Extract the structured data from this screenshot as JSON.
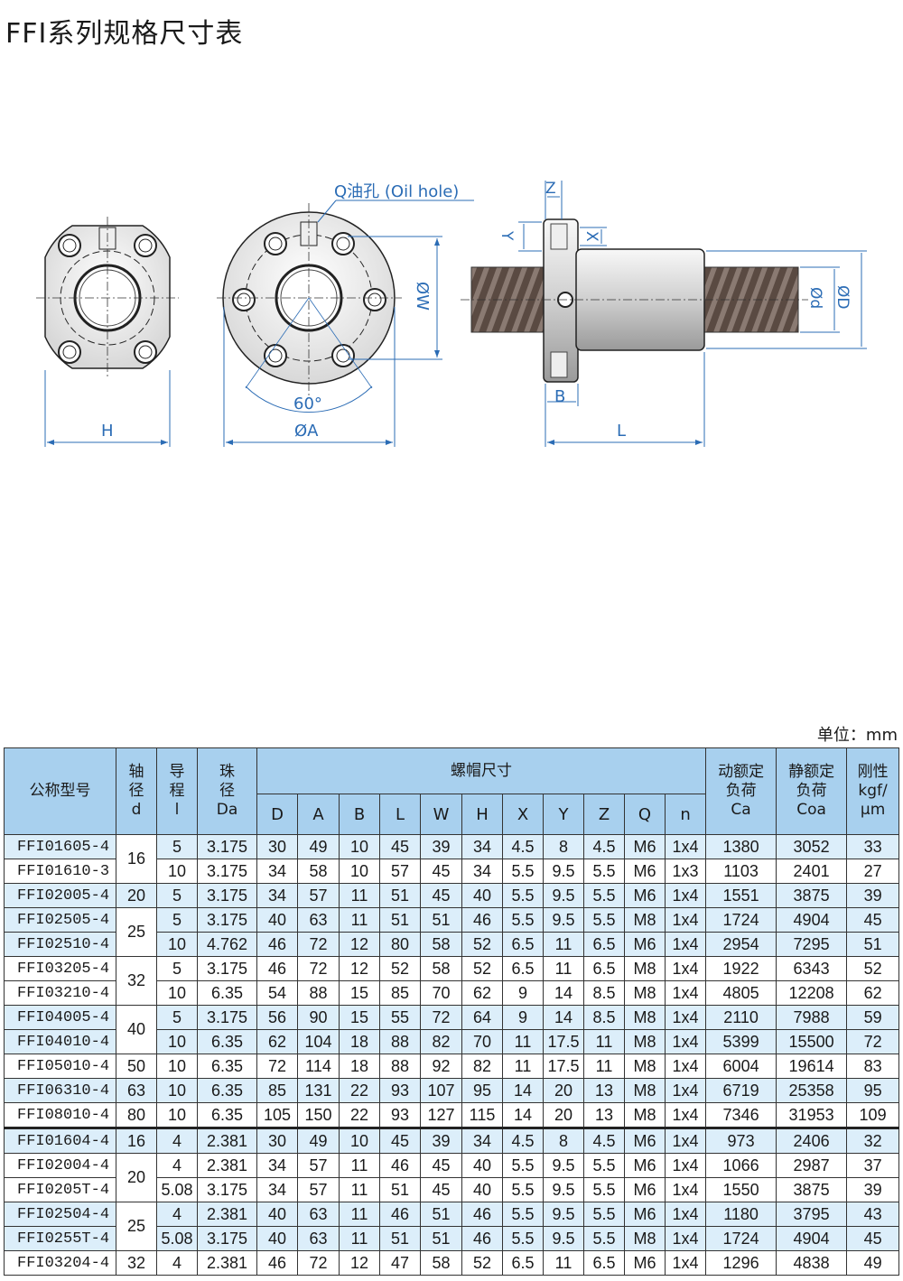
{
  "title": "FFI系列规格尺寸表",
  "drawing": {
    "oil_hole_label": "Q油孔 (Oil hole)",
    "angle_label": "60°",
    "dim_H": "H",
    "dim_A": "ØA",
    "dim_W": "ØW",
    "dim_Z": "Z",
    "dim_Y": "Y",
    "dim_X": "X",
    "dim_B": "B",
    "dim_L": "L",
    "dim_d": "Ød",
    "dim_D": "ØD",
    "line_color": "#2b6cb5"
  },
  "unit": "单位：mm",
  "header": {
    "model": "公称型号",
    "shaft": [
      "轴",
      "径",
      "d"
    ],
    "lead": [
      "导",
      "程",
      "l"
    ],
    "ball": [
      "珠",
      "径",
      "Da"
    ],
    "nut": "螺帽尺寸",
    "nut_cols": [
      "D",
      "A",
      "B",
      "L",
      "W",
      "H",
      "X",
      "Y",
      "Z",
      "Q",
      "n"
    ],
    "dyn": [
      "动额定",
      "负荷",
      "Ca"
    ],
    "stat": [
      "静额定",
      "负荷",
      "Coa"
    ],
    "rig": [
      "刚性",
      "kgf/",
      "μm"
    ]
  },
  "rows": [
    {
      "m": "FFI01605-4",
      "d": "16",
      "l": "5",
      "da": "3.175",
      "v": [
        "30",
        "49",
        "10",
        "45",
        "39",
        "34",
        "4.5",
        "8",
        "4.5",
        "M6",
        "1x4"
      ],
      "ca": "1380",
      "coa": "3052",
      "k": "33"
    },
    {
      "m": "FFI01610-3",
      "d": "",
      "l": "10",
      "da": "3.175",
      "v": [
        "34",
        "58",
        "10",
        "57",
        "45",
        "34",
        "5.5",
        "9.5",
        "5.5",
        "M6",
        "1x3"
      ],
      "ca": "1103",
      "coa": "2401",
      "k": "27"
    },
    {
      "m": "FFI02005-4",
      "d": "20",
      "l": "5",
      "da": "3.175",
      "v": [
        "34",
        "57",
        "11",
        "51",
        "45",
        "40",
        "5.5",
        "9.5",
        "5.5",
        "M6",
        "1x4"
      ],
      "ca": "1551",
      "coa": "3875",
      "k": "39"
    },
    {
      "m": "FFI02505-4",
      "d": "25",
      "l": "5",
      "da": "3.175",
      "v": [
        "40",
        "63",
        "11",
        "51",
        "51",
        "46",
        "5.5",
        "9.5",
        "5.5",
        "M8",
        "1x4"
      ],
      "ca": "1724",
      "coa": "4904",
      "k": "45"
    },
    {
      "m": "FFI02510-4",
      "d": "",
      "l": "10",
      "da": "4.762",
      "v": [
        "46",
        "72",
        "12",
        "80",
        "58",
        "52",
        "6.5",
        "11",
        "6.5",
        "M6",
        "1x4"
      ],
      "ca": "2954",
      "coa": "7295",
      "k": "51"
    },
    {
      "m": "FFI03205-4",
      "d": "32",
      "l": "5",
      "da": "3.175",
      "v": [
        "46",
        "72",
        "12",
        "52",
        "58",
        "52",
        "6.5",
        "11",
        "6.5",
        "M8",
        "1x4"
      ],
      "ca": "1922",
      "coa": "6343",
      "k": "52"
    },
    {
      "m": "FFI03210-4",
      "d": "",
      "l": "10",
      "da": "6.35",
      "v": [
        "54",
        "88",
        "15",
        "85",
        "70",
        "62",
        "9",
        "14",
        "8.5",
        "M8",
        "1x4"
      ],
      "ca": "4805",
      "coa": "12208",
      "k": "62"
    },
    {
      "m": "FFI04005-4",
      "d": "40",
      "l": "5",
      "da": "3.175",
      "v": [
        "56",
        "90",
        "15",
        "55",
        "72",
        "64",
        "9",
        "14",
        "8.5",
        "M8",
        "1x4"
      ],
      "ca": "2110",
      "coa": "7988",
      "k": "59"
    },
    {
      "m": "FFI04010-4",
      "d": "",
      "l": "10",
      "da": "6.35",
      "v": [
        "62",
        "104",
        "18",
        "88",
        "82",
        "70",
        "11",
        "17.5",
        "11",
        "M8",
        "1x4"
      ],
      "ca": "5399",
      "coa": "15500",
      "k": "72"
    },
    {
      "m": "FFI05010-4",
      "d": "50",
      "l": "10",
      "da": "6.35",
      "v": [
        "72",
        "114",
        "18",
        "88",
        "92",
        "82",
        "11",
        "17.5",
        "11",
        "M8",
        "1x4"
      ],
      "ca": "6004",
      "coa": "19614",
      "k": "83"
    },
    {
      "m": "FFI06310-4",
      "d": "63",
      "l": "10",
      "da": "6.35",
      "v": [
        "85",
        "131",
        "22",
        "93",
        "107",
        "95",
        "14",
        "20",
        "13",
        "M8",
        "1x4"
      ],
      "ca": "6719",
      "coa": "25358",
      "k": "95"
    },
    {
      "m": "FFI08010-4",
      "d": "80",
      "l": "10",
      "da": "6.35",
      "v": [
        "105",
        "150",
        "22",
        "93",
        "127",
        "115",
        "14",
        "20",
        "13",
        "M8",
        "1x4"
      ],
      "ca": "7346",
      "coa": "31953",
      "k": "109"
    },
    {
      "m": "FFI01604-4",
      "d": "16",
      "l": "4",
      "da": "2.381",
      "v": [
        "30",
        "49",
        "10",
        "45",
        "39",
        "34",
        "4.5",
        "8",
        "4.5",
        "M6",
        "1x4"
      ],
      "ca": "973",
      "coa": "2406",
      "k": "32"
    },
    {
      "m": "FFI02004-4",
      "d": "20",
      "l": "4",
      "da": "2.381",
      "v": [
        "34",
        "57",
        "11",
        "46",
        "45",
        "40",
        "5.5",
        "9.5",
        "5.5",
        "M6",
        "1x4"
      ],
      "ca": "1066",
      "coa": "2987",
      "k": "37"
    },
    {
      "m": "FFI0205T-4",
      "d": "",
      "l": "5.08",
      "da": "3.175",
      "v": [
        "34",
        "57",
        "11",
        "51",
        "45",
        "40",
        "5.5",
        "9.5",
        "5.5",
        "M6",
        "1x4"
      ],
      "ca": "1550",
      "coa": "3875",
      "k": "39"
    },
    {
      "m": "FFI02504-4",
      "d": "25",
      "l": "4",
      "da": "2.381",
      "v": [
        "40",
        "63",
        "11",
        "46",
        "51",
        "46",
        "5.5",
        "9.5",
        "5.5",
        "M6",
        "1x4"
      ],
      "ca": "1180",
      "coa": "3795",
      "k": "43"
    },
    {
      "m": "FFI0255T-4",
      "d": "",
      "l": "5.08",
      "da": "3.175",
      "v": [
        "40",
        "63",
        "11",
        "51",
        "51",
        "46",
        "5.5",
        "9.5",
        "5.5",
        "M8",
        "1x4"
      ],
      "ca": "1724",
      "coa": "4904",
      "k": "45"
    },
    {
      "m": "FFI03204-4",
      "d": "32",
      "l": "4",
      "da": "2.381",
      "v": [
        "46",
        "72",
        "12",
        "47",
        "58",
        "52",
        "6.5",
        "11",
        "6.5",
        "M6",
        "1x4"
      ],
      "ca": "1296",
      "coa": "4838",
      "k": "49"
    }
  ]
}
